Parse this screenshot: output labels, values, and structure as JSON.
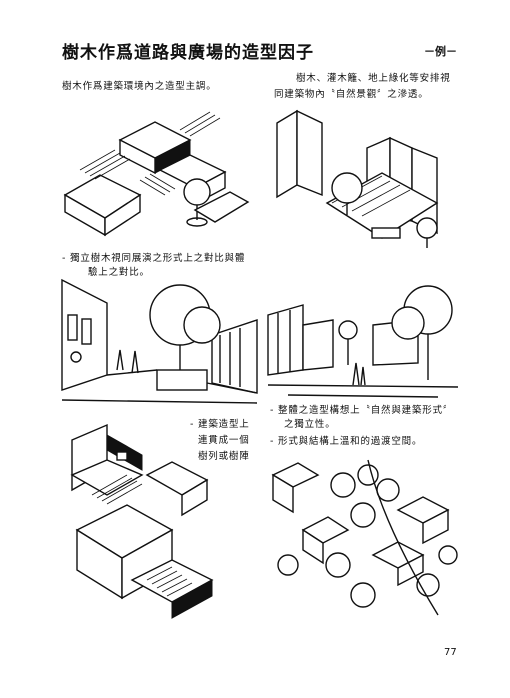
{
  "page": {
    "title": "樹木作爲道路與廣場的造型因子",
    "section_label": "－例－",
    "page_number": "77"
  },
  "captions": {
    "left_top": "樹木作爲建築環境內之造型主調。",
    "right_top_line1": "樹木、灌木籬、地上綠化等安排視",
    "right_top_line2": "同建築物內〝自然景觀〞之滲透。",
    "left_mid_line1": "- 獨立樹木視同展演之形式上之對比與體",
    "left_mid_line2": "驗上之對比。",
    "right_mid_line1": "- 整體之造型構想上〝自然與建築形式〞",
    "right_mid_line2": "之獨立性。",
    "right_mid_line3": "- 形式與結構上溫和的過渡空間。",
    "left_low_line1": "- 建築造型上",
    "left_low_line2": "連貫成一個",
    "left_low_line3": "樹列或樹陣"
  }
}
